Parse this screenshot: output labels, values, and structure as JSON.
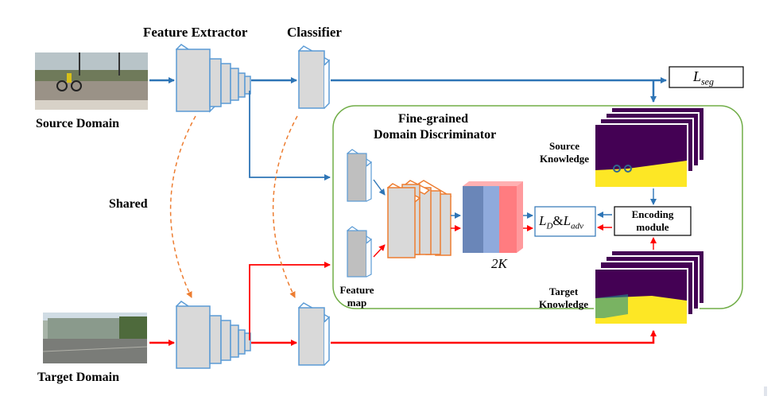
{
  "labels": {
    "feature_extractor": "Feature Extractor",
    "classifier": "Classifier",
    "source_domain": "Source Domain",
    "target_domain": "Target Domain",
    "shared": "Shared",
    "discriminator_line1": "Fine-grained",
    "discriminator_line2": "Domain Discriminator",
    "source_knowledge_line1": "Source",
    "source_knowledge_line2": "Knowledge",
    "target_knowledge_line1": "Target",
    "target_knowledge_line2": "Knowledge",
    "feature_map_line1": "Feature",
    "feature_map_line2": "map",
    "encoding_line1": "Encoding",
    "encoding_line2": "module",
    "two_k": "2K",
    "loss_seg_main": "L",
    "loss_seg_sub": "seg",
    "loss_d_main": "L",
    "loss_d_sub": "D",
    "loss_amp": "&",
    "loss_adv_main": "L",
    "loss_adv_sub": "adv"
  },
  "colors": {
    "source_arrow": "#2e75b6",
    "target_arrow": "#ff0000",
    "shared_arrow": "#ed7d31",
    "block_fill": "#d9d9d9",
    "block_edge": "#5b9bd5",
    "orange_edge": "#ed7d31",
    "discriminator_border": "#70ad47",
    "knowledge_purple": "#440154",
    "knowledge_yellow": "#fde725",
    "output_blue_dark": "#6a86b8",
    "output_blue_light": "#8faadc",
    "output_red": "#ff7c80"
  }
}
